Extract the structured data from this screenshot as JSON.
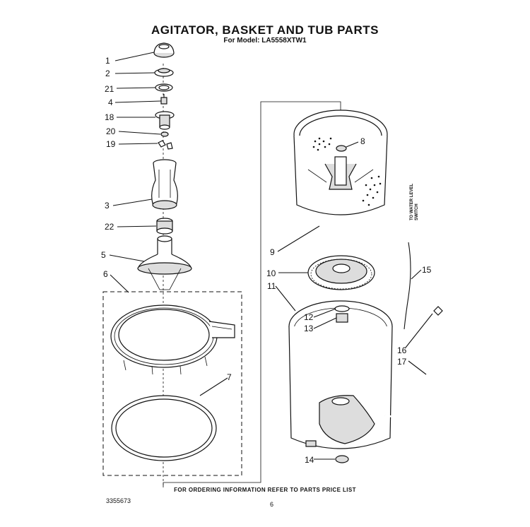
{
  "header": {
    "title": "AGITATOR, BASKET AND TUB PARTS",
    "model": "For Model: LA5558XTW1"
  },
  "side_label": "TO WATER LEVEL\nSWITCH",
  "callouts": [
    "1",
    "2",
    "21",
    "4",
    "18",
    "20",
    "19",
    "3",
    "22",
    "5",
    "6",
    "7",
    "8",
    "9",
    "10",
    "11",
    "12",
    "13",
    "14",
    "15",
    "16",
    "17"
  ],
  "footer": {
    "note": "FOR ORDERING INFORMATION REFER TO PARTS PRICE LIST",
    "doc_number": "3355673",
    "page_number": "6"
  }
}
